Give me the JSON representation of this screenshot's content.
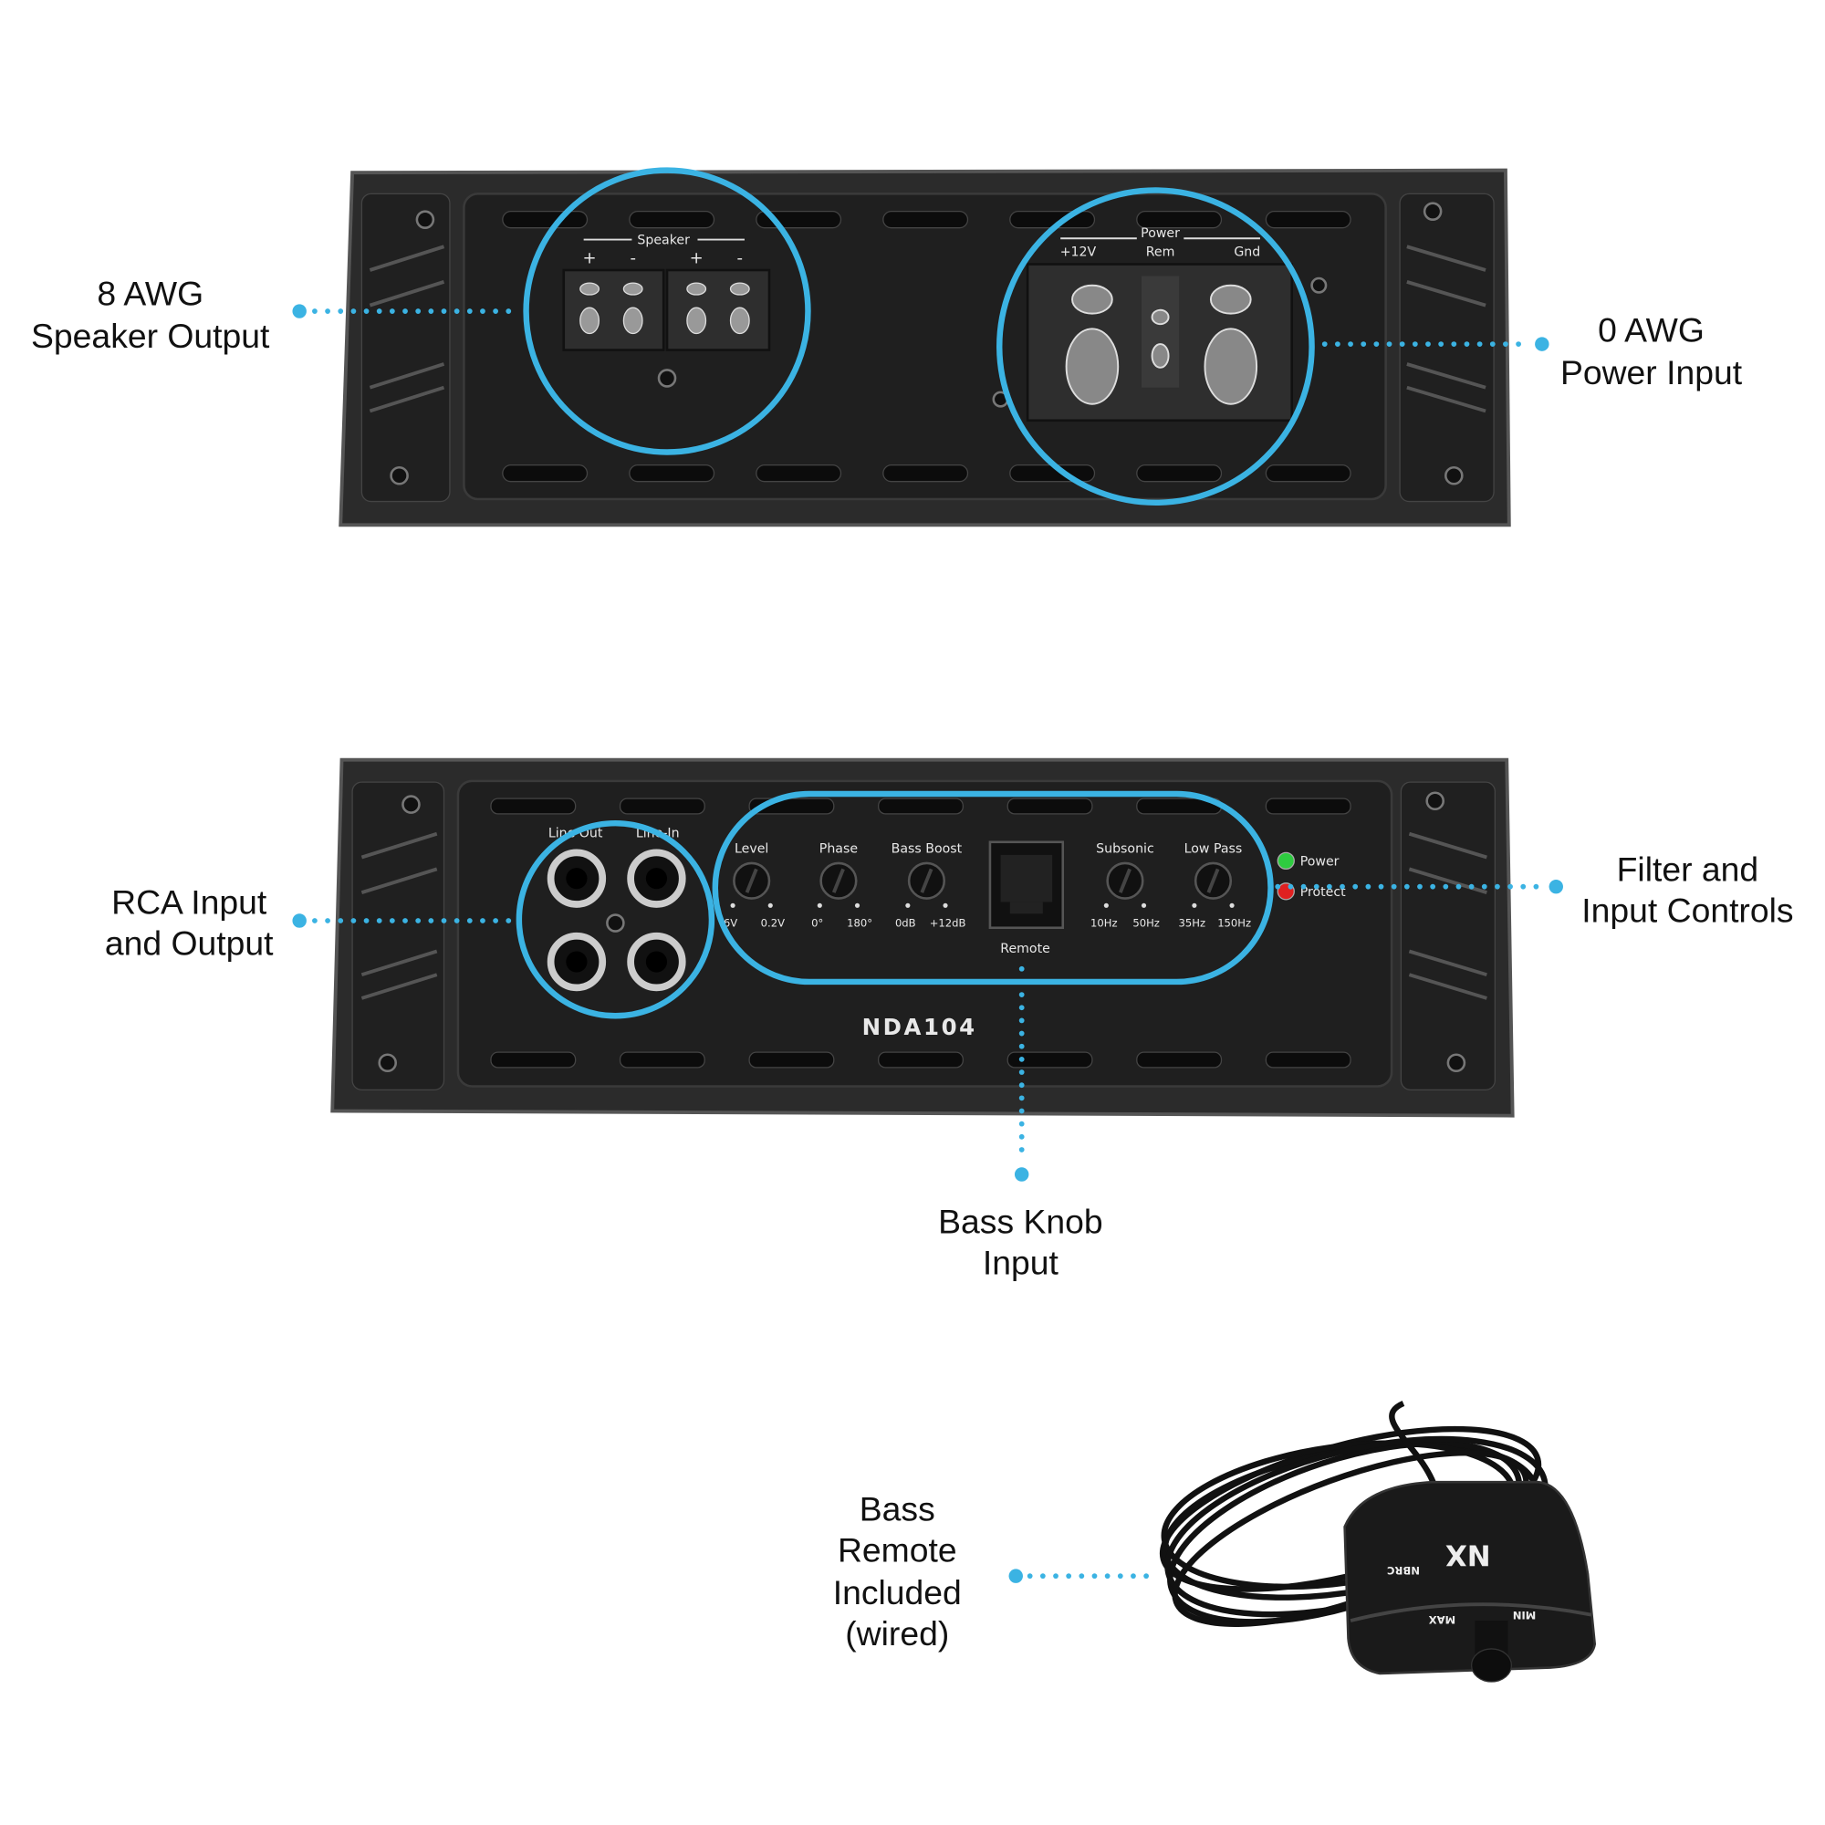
{
  "colors": {
    "accent": "#3bb3e3",
    "chassis": "#2a2a2a",
    "panel": "#1f1f1f",
    "power_led": "#2ecc40",
    "protect_led": "#e02020"
  },
  "callouts": {
    "speaker_output": [
      "8 AWG",
      "Speaker Output"
    ],
    "power_input": [
      "0 AWG",
      "Power Input"
    ],
    "rca": [
      "RCA Input",
      "and Output"
    ],
    "filter_controls": [
      "Filter and",
      "Input Controls"
    ],
    "bass_knob_input": [
      "Bass Knob",
      "Input"
    ],
    "bass_remote": [
      "Bass",
      "Remote",
      "Included",
      "(wired)"
    ]
  },
  "top_panel": {
    "speaker": {
      "title": "Speaker",
      "terminals": [
        "+",
        "-",
        "+",
        "-"
      ]
    },
    "power": {
      "title": "Power",
      "terminals": [
        "+12V",
        "Rem",
        "Gnd"
      ]
    }
  },
  "bottom_panel": {
    "rca": {
      "line_out": "Line Out",
      "line_in": "Line-In"
    },
    "controls": [
      {
        "label": "Level",
        "min": "6V",
        "max": "0.2V"
      },
      {
        "label": "Phase",
        "min": "0°",
        "max": "180°"
      },
      {
        "label": "Bass Boost",
        "min": "0dB",
        "max": "+12dB"
      },
      {
        "label": "Subsonic",
        "min": "10Hz",
        "max": "50Hz"
      },
      {
        "label": "Low Pass",
        "min": "35Hz",
        "max": "150Hz"
      }
    ],
    "remote_port": "Remote",
    "leds": [
      "Power",
      "Protect"
    ],
    "model": "NDA104"
  },
  "remote": {
    "logo": "NX",
    "brand": "NBRC",
    "max": "MAX",
    "min": "MIN"
  }
}
